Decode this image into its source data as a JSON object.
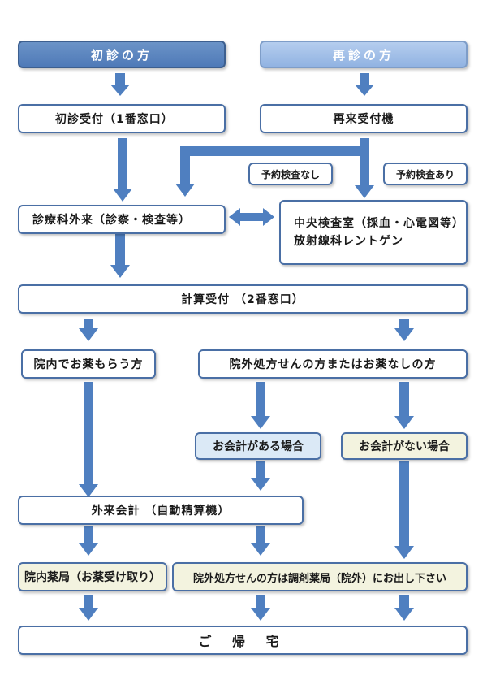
{
  "header": {
    "first_visit": "初診の方",
    "return_visit": "再診の方"
  },
  "steps": {
    "first_reception": "初診受付（1番窓口）",
    "return_machine": "再来受付機",
    "exam_none": "予約検査なし",
    "exam_yes": "予約検査あり",
    "outpatient": "診療科外来（診察・検査等）",
    "central_lab_line1": "中央検査室（採血・心電図等）",
    "central_lab_line2": "放射線科レントゲン",
    "billing": "計算受付 （2番窓口）",
    "in_house": "院内でお薬もらう方",
    "out_prescription": "院外処方せんの方またはお薬なしの方",
    "has_payment": "お会計がある場合",
    "no_payment": "お会計がない場合",
    "outpatient_payment": "外来会計 （自動精算機）",
    "in_pharmacy": "院内薬局（お薬受け取り）",
    "out_pharmacy": "院外処方せんの方は調剤薬局（院外）にお出し下さい",
    "go_home": "ご 帰 宅"
  },
  "colors": {
    "arrow": "#4f7fc0",
    "border": "#4a6fa5",
    "first_visit_fill": "#5a85c0",
    "return_visit_fill": "#a3c0e8",
    "blue_tint": "#dbe9f6",
    "yellow_tint": "#f3f3df"
  }
}
